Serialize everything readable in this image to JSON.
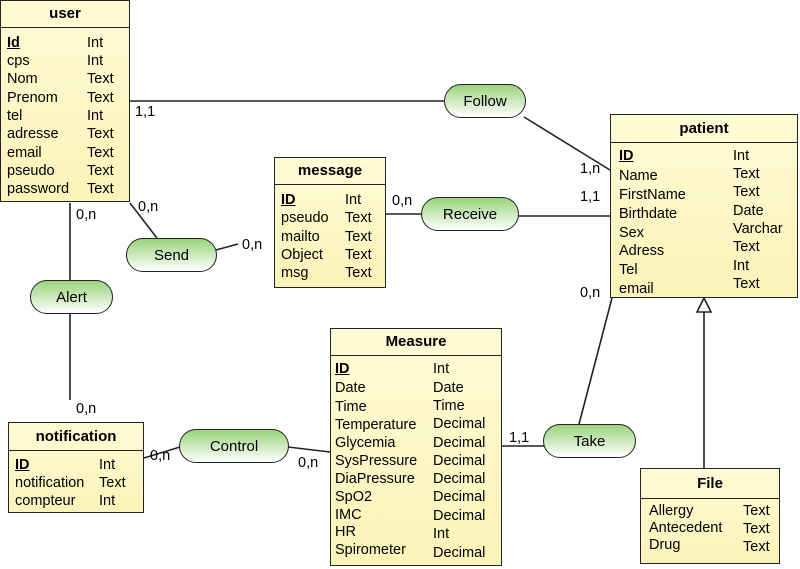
{
  "entities": {
    "user": {
      "title": "user",
      "attributes": [
        {
          "name": "Id",
          "type": "Int",
          "pk": true
        },
        {
          "name": "cps",
          "type": "Int"
        },
        {
          "name": "Nom",
          "type": "Text"
        },
        {
          "name": "Prenom",
          "type": "Text"
        },
        {
          "name": "tel",
          "type": "Int"
        },
        {
          "name": "adresse",
          "type": "Text"
        },
        {
          "name": "email",
          "type": "Text"
        },
        {
          "name": "pseudo",
          "type": "Text"
        },
        {
          "name": "password",
          "type": "Text"
        }
      ]
    },
    "message": {
      "title": "message",
      "attributes": [
        {
          "name": "ID",
          "type": "Int",
          "pk": true
        },
        {
          "name": "pseudo",
          "type": "Text"
        },
        {
          "name": "mailto",
          "type": "Text"
        },
        {
          "name": "Object",
          "type": "Text"
        },
        {
          "name": "msg",
          "type": "Text"
        }
      ]
    },
    "patient": {
      "title": "patient",
      "attributes": [
        {
          "name": "ID",
          "type": "Int",
          "pk": true
        },
        {
          "name": "Name",
          "type": "Text"
        },
        {
          "name": "FirstName",
          "type": "Text"
        },
        {
          "name": "Birthdate",
          "type": "Date"
        },
        {
          "name": "Sex",
          "type": "Varchar"
        },
        {
          "name": "Adress",
          "type": "Text"
        },
        {
          "name": "Tel",
          "type": "Int"
        },
        {
          "name": "email",
          "type": "Text"
        }
      ]
    },
    "measure": {
      "title": "Measure",
      "attributes": [
        {
          "name": "ID",
          "type": "Int",
          "pk": true
        },
        {
          "name": "Date",
          "type": "Date"
        },
        {
          "name": "Time",
          "type": "Time"
        },
        {
          "name": "Temperature",
          "type": "Decimal"
        },
        {
          "name": "Glycemia",
          "type": "Decimal"
        },
        {
          "name": "SysPressure",
          "type": "Decimal"
        },
        {
          "name": "DiaPressure",
          "type": "Decimal"
        },
        {
          "name": "SpO2",
          "type": "Decimal"
        },
        {
          "name": "IMC",
          "type": "Decimal"
        },
        {
          "name": "HR",
          "type": "Int"
        },
        {
          "name": "Spirometer",
          "type": "Decimal"
        }
      ]
    },
    "notification": {
      "title": "notification",
      "attributes": [
        {
          "name": "ID",
          "type": "Int",
          "pk": true
        },
        {
          "name": "notification",
          "type": "Text"
        },
        {
          "name": "compteur",
          "type": "Int"
        }
      ]
    },
    "file": {
      "title": "File",
      "attributes": [
        {
          "name": "Allergy",
          "type": "Text"
        },
        {
          "name": "Antecedent",
          "type": "Text"
        },
        {
          "name": "Drug",
          "type": "Text"
        }
      ]
    }
  },
  "relations": {
    "follow": "Follow",
    "receive": "Receive",
    "send": "Send",
    "alert": "Alert",
    "control": "Control",
    "take": "Take"
  },
  "cardinalities": {
    "user_follow": "1,1",
    "patient_follow": "1,n",
    "patient_receive": "1,1",
    "message_receive": "0,n",
    "user_send": "0,n",
    "send_right": "0,n",
    "user_alert": "0,n",
    "notification_alert": "0,n",
    "notification_control": "0,n",
    "measure_control": "0,n",
    "measure_take": "1,1",
    "patient_take": "0,n"
  },
  "colors": {
    "entity_fill_top": "#fffbd6",
    "entity_fill_bottom": "#fbf3b8",
    "relation_fill": "#9ad37a",
    "line": "#222222"
  }
}
